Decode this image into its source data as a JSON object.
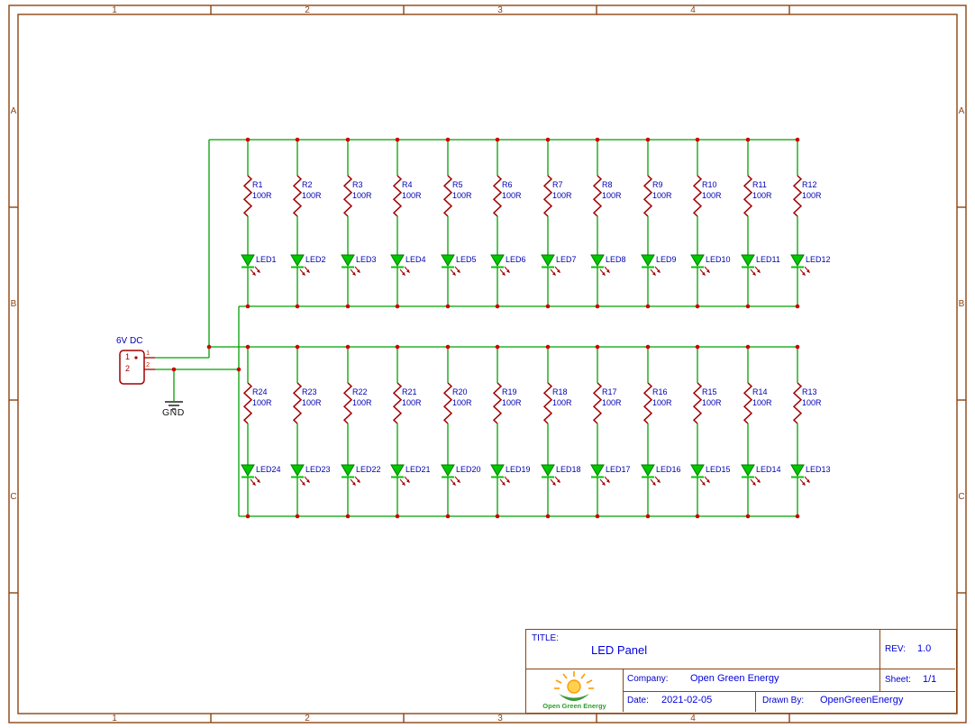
{
  "frame": {
    "columns": [
      "1",
      "2",
      "3",
      "4"
    ],
    "rows": [
      "A",
      "B",
      "C"
    ]
  },
  "power": {
    "connector_label": "6V DC",
    "pin1": "1",
    "pin2": "2",
    "gnd_label": "GND"
  },
  "rows": [
    {
      "side": "top",
      "branches": [
        {
          "ref": "R1",
          "value": "100R",
          "led": "LED1"
        },
        {
          "ref": "R2",
          "value": "100R",
          "led": "LED2"
        },
        {
          "ref": "R3",
          "value": "100R",
          "led": "LED3"
        },
        {
          "ref": "R4",
          "value": "100R",
          "led": "LED4"
        },
        {
          "ref": "R5",
          "value": "100R",
          "led": "LED5"
        },
        {
          "ref": "R6",
          "value": "100R",
          "led": "LED6"
        },
        {
          "ref": "R7",
          "value": "100R",
          "led": "LED7"
        },
        {
          "ref": "R8",
          "value": "100R",
          "led": "LED8"
        },
        {
          "ref": "R9",
          "value": "100R",
          "led": "LED9"
        },
        {
          "ref": "R10",
          "value": "100R",
          "led": "LED10"
        },
        {
          "ref": "R11",
          "value": "100R",
          "led": "LED11"
        },
        {
          "ref": "R12",
          "value": "100R",
          "led": "LED12"
        }
      ]
    },
    {
      "side": "bottom",
      "branches": [
        {
          "ref": "R24",
          "value": "100R",
          "led": "LED24"
        },
        {
          "ref": "R23",
          "value": "100R",
          "led": "LED23"
        },
        {
          "ref": "R22",
          "value": "100R",
          "led": "LED22"
        },
        {
          "ref": "R21",
          "value": "100R",
          "led": "LED21"
        },
        {
          "ref": "R20",
          "value": "100R",
          "led": "LED20"
        },
        {
          "ref": "R19",
          "value": "100R",
          "led": "LED19"
        },
        {
          "ref": "R18",
          "value": "100R",
          "led": "LED18"
        },
        {
          "ref": "R17",
          "value": "100R",
          "led": "LED17"
        },
        {
          "ref": "R16",
          "value": "100R",
          "led": "LED16"
        },
        {
          "ref": "R15",
          "value": "100R",
          "led": "LED15"
        },
        {
          "ref": "R14",
          "value": "100R",
          "led": "LED14"
        },
        {
          "ref": "R13",
          "value": "100R",
          "led": "LED13"
        }
      ]
    }
  ],
  "title_block": {
    "title_label": "TITLE:",
    "title": "LED Panel",
    "rev_label": "REV:",
    "rev": "1.0",
    "company_label": "Company:",
    "company": "Open Green Energy",
    "sheet_label": "Sheet:",
    "sheet": "1/1",
    "date_label": "Date:",
    "date": "2021-02-05",
    "drawn_label": "Drawn By:",
    "drawn_by": "OpenGreenEnergy",
    "logo_text": "Open Green Energy"
  },
  "colors": {
    "wire": "#00A000",
    "component": "#A00000",
    "label": "#0000B4",
    "junction": "#CC0000",
    "frame": "#8B4513",
    "led_fill": "#00C800",
    "led_stroke": "#007700",
    "titleblock_text": "#0000CC"
  }
}
